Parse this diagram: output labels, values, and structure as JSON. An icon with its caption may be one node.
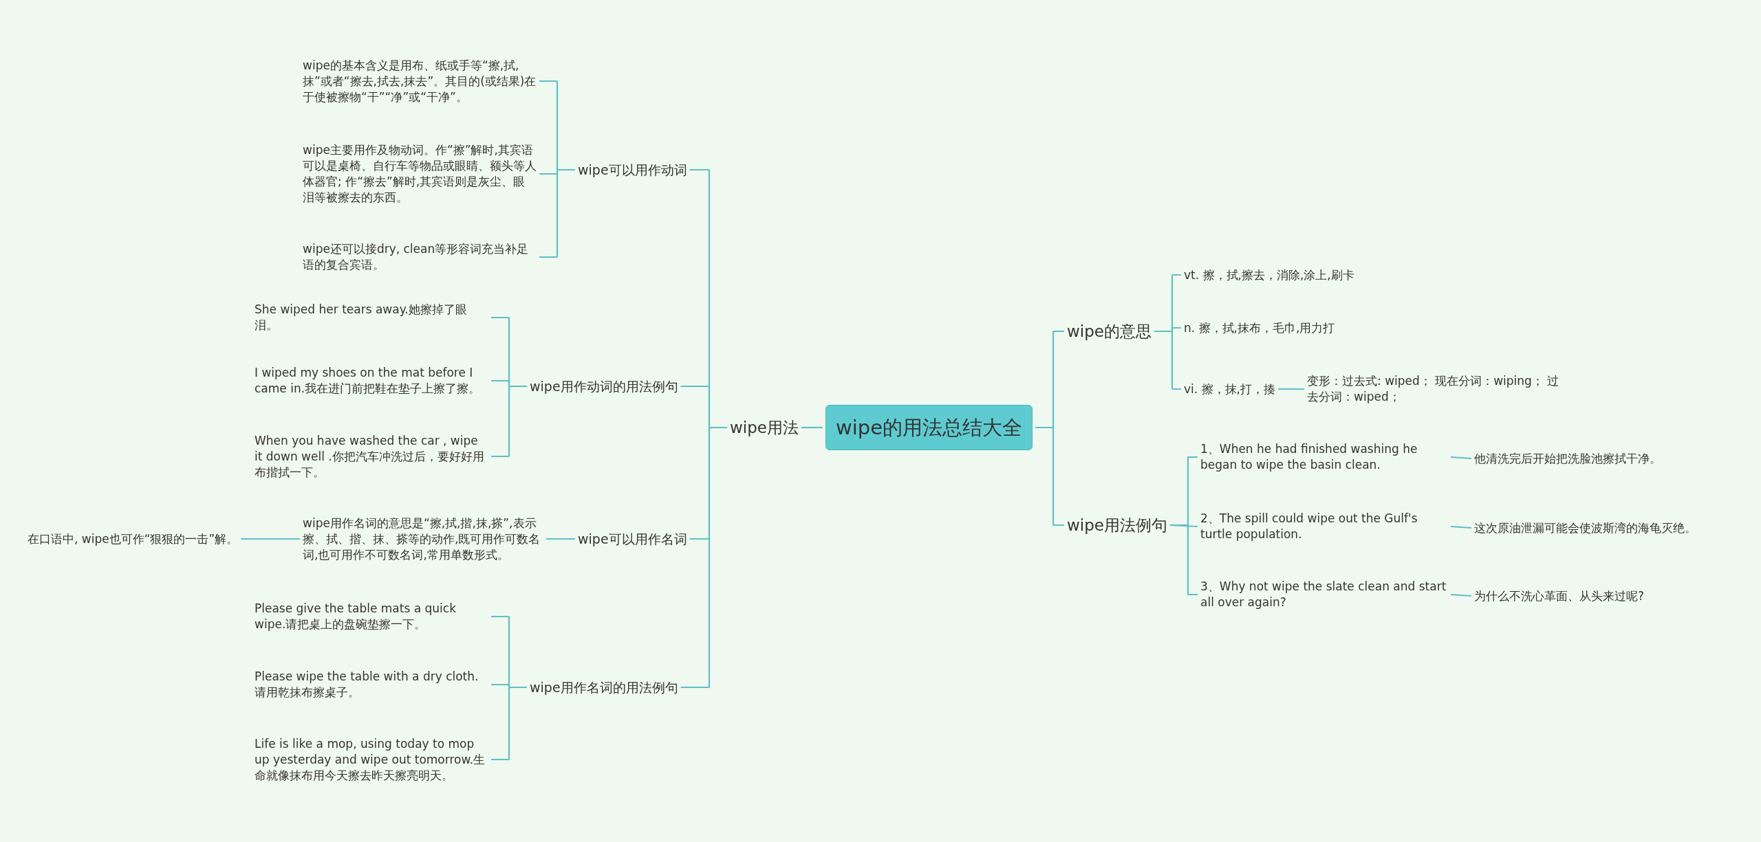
{
  "diagram": {
    "nodes": [
      {
        "text": [
          "wipe的用法总结大全"
        ]
      },
      {
        "text": [
          "wipe用法"
        ]
      },
      {
        "text": [
          "wipe可以用作动词"
        ]
      },
      {
        "text": [
          "wipe的基本含义是用布、纸或手等“擦,拭,抹”或者“擦去,拭去,抹去”。其目的(或结果)在于使被擦物“干”“净”或“干净”。"
        ]
      },
      {
        "text": [
          "wipe主要用作及物动词。作“擦”解时,其宾语可以是桌椅、自行车等物品或眼睛、额头等人体器官; 作“擦去”解时,其宾语则是灰尘、眼泪等被擦去的东西。"
        ]
      },
      {
        "text": [
          "wipe还可以接dry, clean等形容词充当补足语的复合宾语。"
        ]
      },
      {
        "text": [
          "wipe用作动词的用法例句"
        ]
      },
      {
        "text": [
          "She wiped her tears away.她擦掉了眼泪。"
        ]
      },
      {
        "text": [
          "I wiped my shoes on the mat before I came in.我在进门前把鞋在垫子上擦了擦。"
        ]
      },
      {
        "text": [
          "When you have washed the car , wipe it down well .你把汽车冲洗过后，要好好用布揩拭一下。"
        ]
      },
      {
        "text": [
          "wipe可以用作名词"
        ]
      },
      {
        "text": [
          "wipe用作名词的意思是“擦,拭,揩,抹,搽”,表示擦、拭、揩、抹、搽等的动作,既可用作可数名词,也可用作不可数名词,常用单数形式。"
        ]
      },
      {
        "text": [
          "在口语中, wipe也可作“狠狠的一击”解。"
        ]
      },
      {
        "text": [
          "wipe用作名词的用法例句"
        ]
      },
      {
        "text": [
          "Please give the table mats a quick wipe.请把桌上的盘碗垫擦一下。"
        ]
      },
      {
        "text": [
          "Please wipe the table with a dry cloth.请用乾抹布擦桌子。"
        ]
      },
      {
        "text": [
          "Life is like a mop, using today to mop up yesterday and wipe out tomorrow.生命就像抹布用今天擦去昨天擦亮明天。"
        ]
      },
      {
        "text": [
          "wipe的意思"
        ]
      },
      {
        "text": [
          "vt. 擦，拭,擦去，消除,涂上,刷卡"
        ]
      },
      {
        "text": [
          "n. 擦，拭,抹布，毛巾,用力打"
        ]
      },
      {
        "text": [
          "vi. 擦，抹,打，揍"
        ]
      },
      {
        "text": [
          "变形：过去式: wiped； 现在分词：wiping； 过去分词：wiped；"
        ]
      },
      {
        "text": [
          "wipe用法例句"
        ]
      },
      {
        "text": [
          "1、When he had finished washing he began to wipe the basin clean."
        ]
      },
      {
        "text": [
          "2、The spill could wipe out the Gulf's turtle population."
        ]
      },
      {
        "text": [
          "3、Why not wipe the slate clean and start all over again?"
        ]
      },
      {
        "text": [
          "他清洗完后开始把洗脸池擦拭干净。"
        ]
      },
      {
        "text": [
          "这次原油泄漏可能会使波斯湾的海龟灭绝。"
        ]
      },
      {
        "text": [
          "为什么不洗心革面、从头来过呢?"
        ]
      }
    ],
    "edges": [
      {
        "from": 0,
        "to": 1,
        "arrow": "none"
      },
      {
        "from": 1,
        "to": 2,
        "arrow": "none"
      },
      {
        "from": 2,
        "to": 3,
        "arrow": "none"
      },
      {
        "from": 2,
        "to": 4,
        "arrow": "none"
      },
      {
        "from": 2,
        "to": 5,
        "arrow": "none"
      },
      {
        "from": 1,
        "to": 6,
        "arrow": "none"
      },
      {
        "from": 6,
        "to": 7,
        "arrow": "none"
      },
      {
        "from": 6,
        "to": 8,
        "arrow": "none"
      },
      {
        "from": 6,
        "to": 9,
        "arrow": "none"
      },
      {
        "from": 1,
        "to": 10,
        "arrow": "none"
      },
      {
        "from": 10,
        "to": 11,
        "arrow": "none"
      },
      {
        "from": 11,
        "to": 12,
        "arrow": "none"
      },
      {
        "from": 1,
        "to": 13,
        "arrow": "none"
      },
      {
        "from": 13,
        "to": 14,
        "arrow": "none"
      },
      {
        "from": 13,
        "to": 15,
        "arrow": "none"
      },
      {
        "from": 13,
        "to": 16,
        "arrow": "none"
      },
      {
        "from": 0,
        "to": 17,
        "arrow": "none"
      },
      {
        "from": 17,
        "to": 18,
        "arrow": "none"
      },
      {
        "from": 17,
        "to": 19,
        "arrow": "none"
      },
      {
        "from": 17,
        "to": 20,
        "arrow": "none"
      },
      {
        "from": 20,
        "to": 21,
        "arrow": "none"
      },
      {
        "from": 0,
        "to": 22,
        "arrow": "none"
      },
      {
        "from": 22,
        "to": 23,
        "arrow": "none"
      },
      {
        "from": 22,
        "to": 24,
        "arrow": "none"
      },
      {
        "from": 22,
        "to": 25,
        "arrow": "none"
      },
      {
        "from": 23,
        "to": 26,
        "arrow": "none"
      },
      {
        "from": 24,
        "to": 27,
        "arrow": "none"
      },
      {
        "from": 25,
        "to": 28,
        "arrow": "none"
      }
    ]
  }
}
